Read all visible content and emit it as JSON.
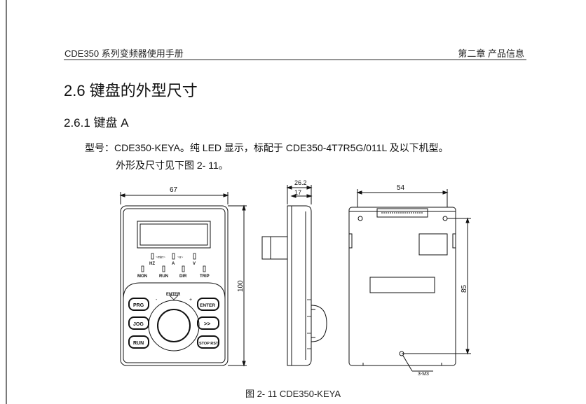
{
  "header": {
    "left": "CDE350 系列变频器使用手册",
    "right": "第二章 产品信息"
  },
  "section": {
    "title": "2.6 键盘的外型尺寸",
    "subtitle": "2.6.1 键盘 A"
  },
  "body": {
    "line1": "型号：CDE350-KEYA。纯 LED 显示，标配于 CDE350-4T7R5G/011L 及以下机型。",
    "line2": "外形及尺寸见下图 2- 11。"
  },
  "figure": {
    "dims": {
      "front_width": "67",
      "front_height": "100",
      "side_total": "26.2",
      "side_inner": "17",
      "back_width": "54",
      "back_height": "85",
      "screw_note": "3-M3"
    },
    "indicators_top": [
      "HZ",
      "A",
      "V"
    ],
    "indicators_top_marks": [
      "~min~",
      "~s~"
    ],
    "indicators_bottom": [
      "MON",
      "RUN",
      "DIR",
      "TRIP"
    ],
    "knob_label": "ENTER",
    "knob_minus": "-",
    "knob_plus": "+",
    "buttons_left": [
      "PRG",
      "JOG",
      "RUN"
    ],
    "buttons_right": [
      "ENTER",
      ">>",
      "STOP RST"
    ]
  },
  "caption": "图 2- 11    CDE350-KEYA"
}
